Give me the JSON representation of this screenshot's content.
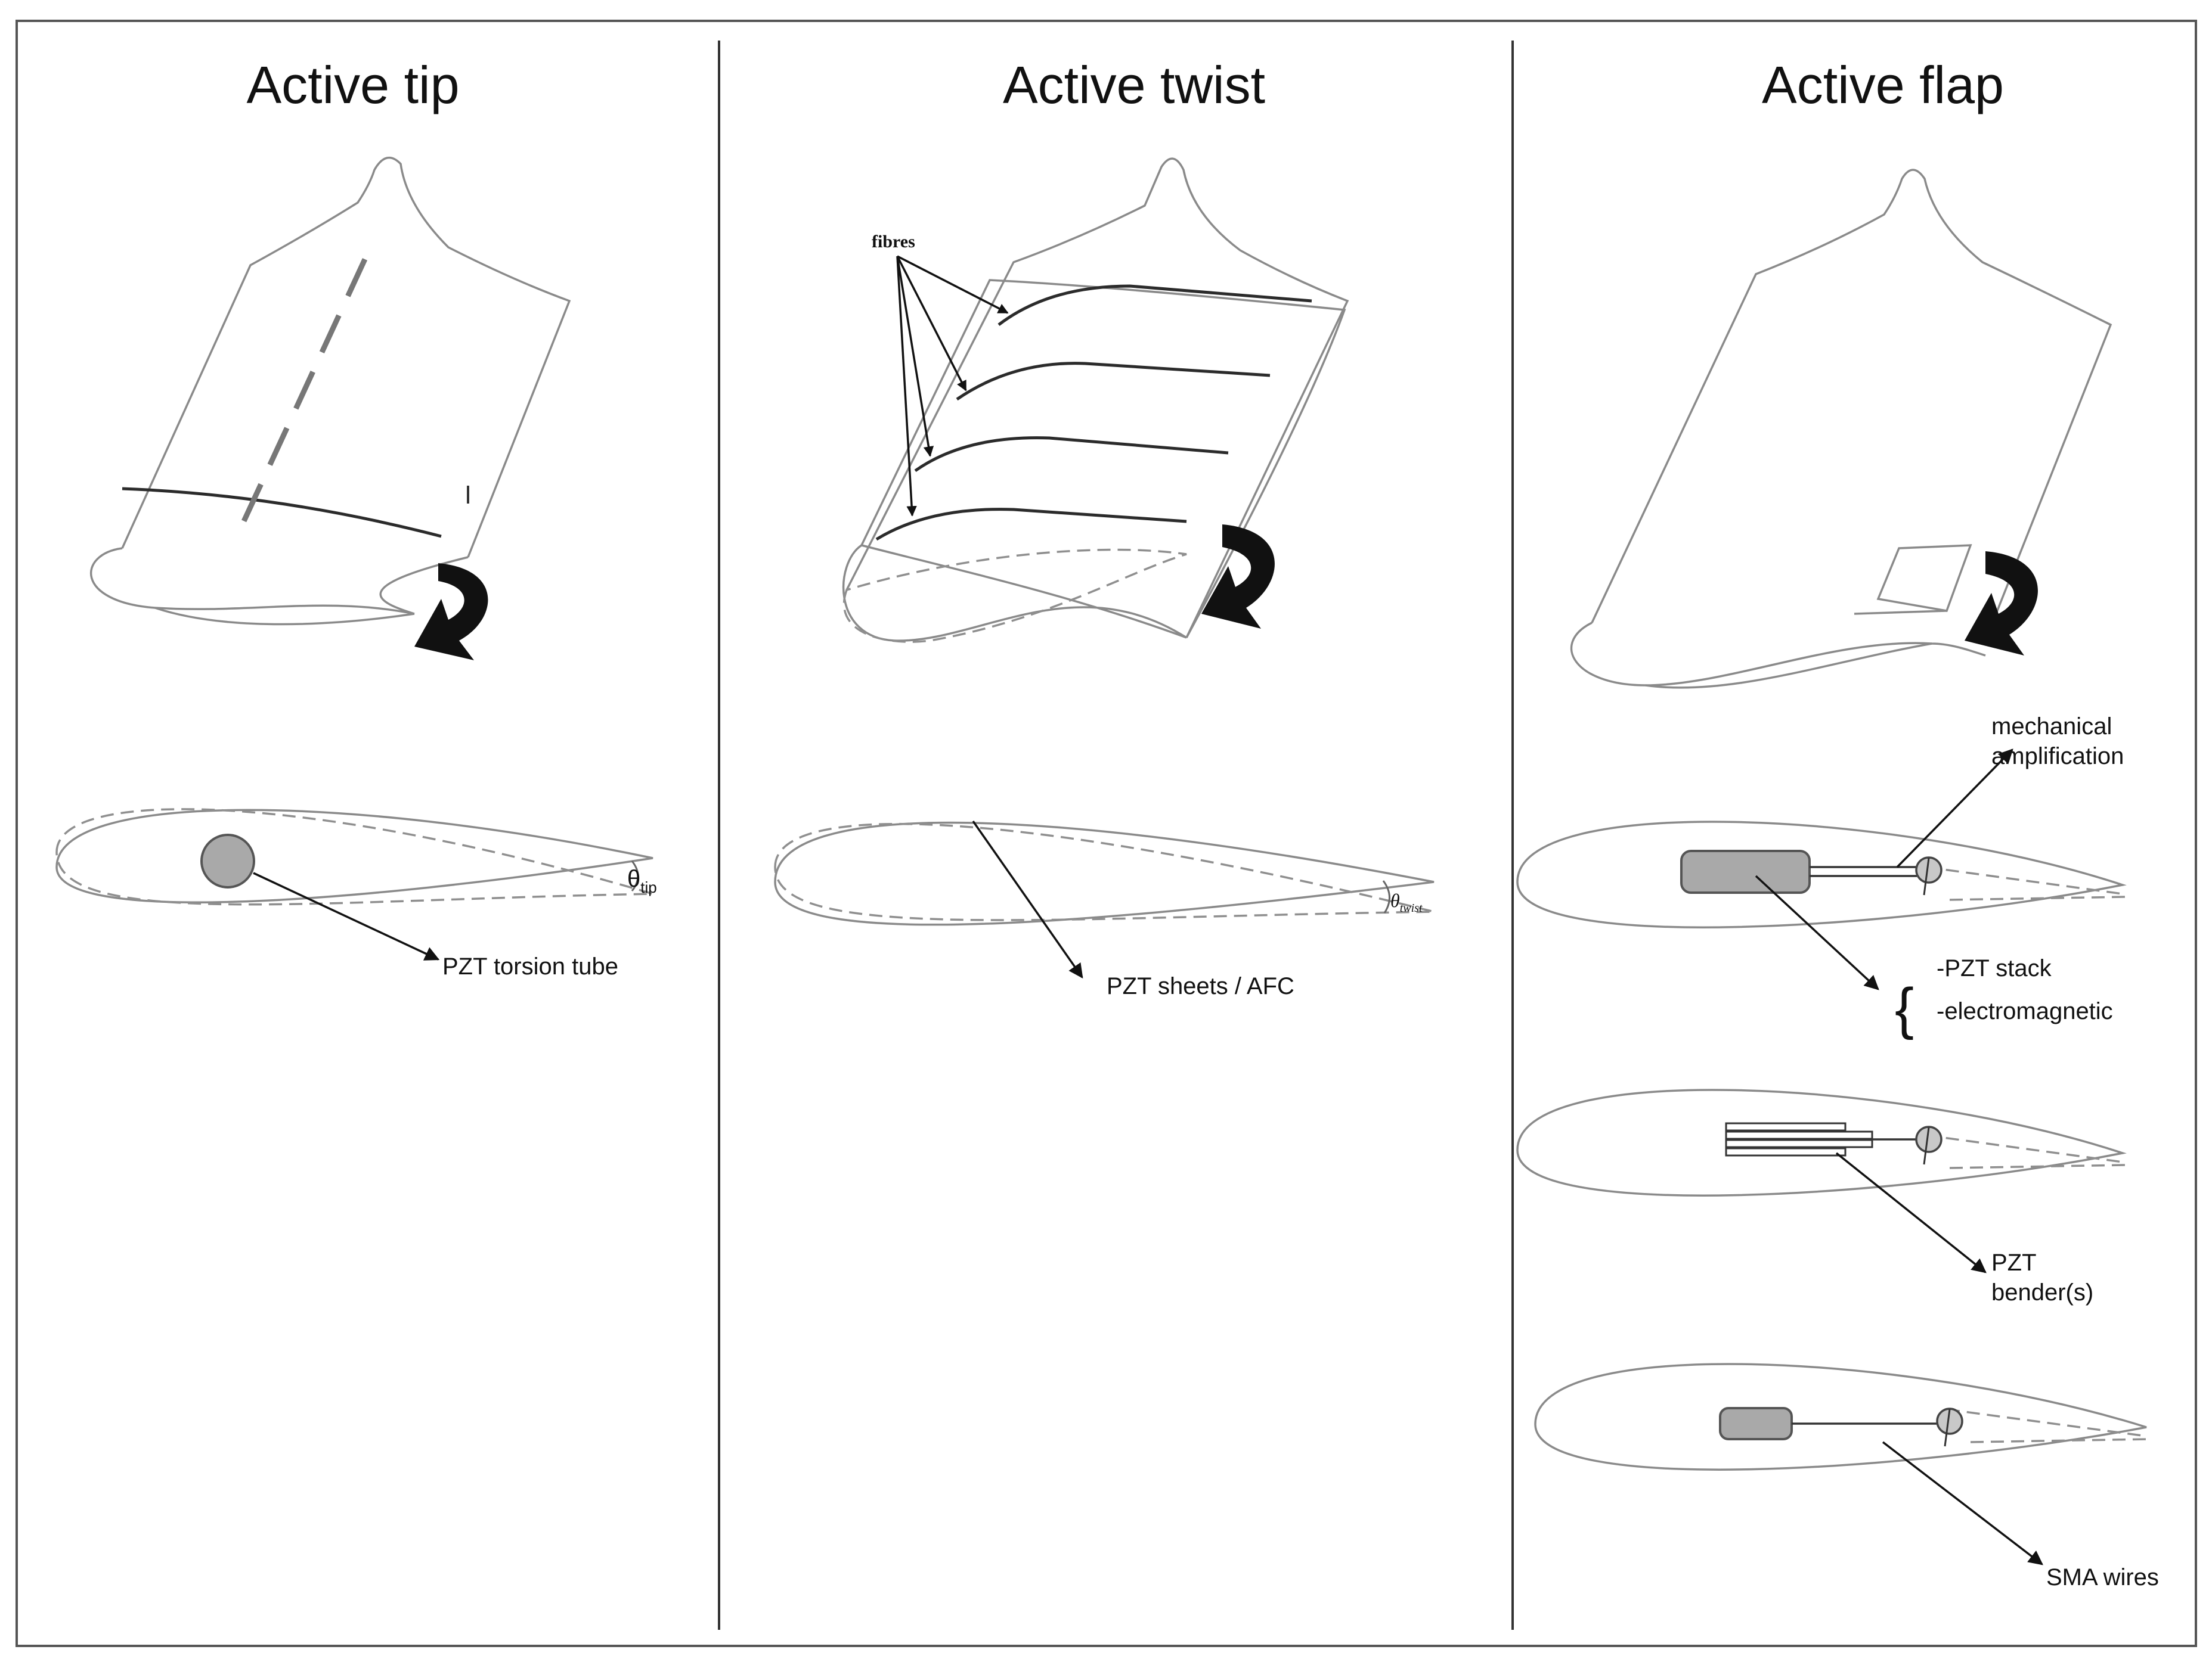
{
  "panels": [
    {
      "title": "Active tip"
    },
    {
      "title": "Active twist"
    },
    {
      "title": "Active flap"
    }
  ],
  "labels": {
    "tip_actuator": "PZT torsion tube",
    "tip_angle_symbol": "θ",
    "tip_angle_subscript": "tip",
    "twist_fibres": "fibres",
    "twist_actuator": "PZT sheets / AFC",
    "twist_angle_symbol": "θ",
    "twist_angle_subscript": "twist",
    "flap_amp_line1": "mechanical",
    "flap_amp_line2": "amplification",
    "flap_stack": "-PZT stack",
    "flap_electromagnetic": "-electromagnetic",
    "flap_bender_line1": "PZT",
    "flap_bender_line2": "bender(s)",
    "flap_sma": "SMA wires"
  },
  "colors": {
    "frame": "#555555",
    "outline": "#8a8a8a",
    "actuator_fill": "#a9a9a9",
    "arrow": "#1a1a1a"
  },
  "icons": [
    "rotation-arrow-icon"
  ]
}
